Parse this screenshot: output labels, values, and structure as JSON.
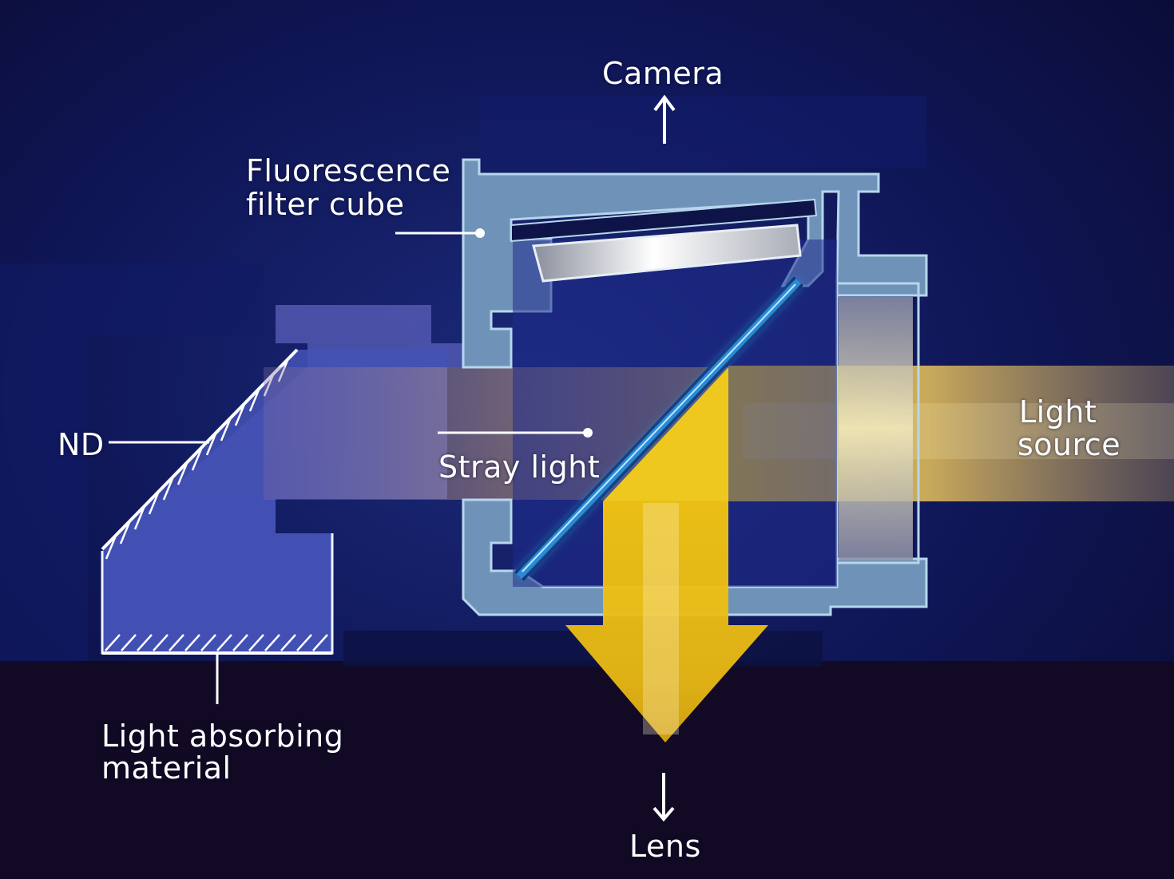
{
  "labels": {
    "camera": "Camera",
    "filter_cube_line1": "Fluorescence",
    "filter_cube_line2": "filter cube",
    "nd": "ND",
    "stray_light": "Stray light",
    "light_source_line1": "Light",
    "light_source_line2": "source",
    "absorber_line1": "Light absorbing",
    "absorber_line2": "material",
    "lens": "Lens"
  },
  "colors": {
    "background_top": "#0a0b3a",
    "background_bottom": "#120a24",
    "housing_outline": "#9cc3dc",
    "beam_yellow": "#f2c40f",
    "mirror_blue": "#2a8ad6",
    "stray_beam": "#b08a78",
    "label_white": "#ffffff"
  }
}
